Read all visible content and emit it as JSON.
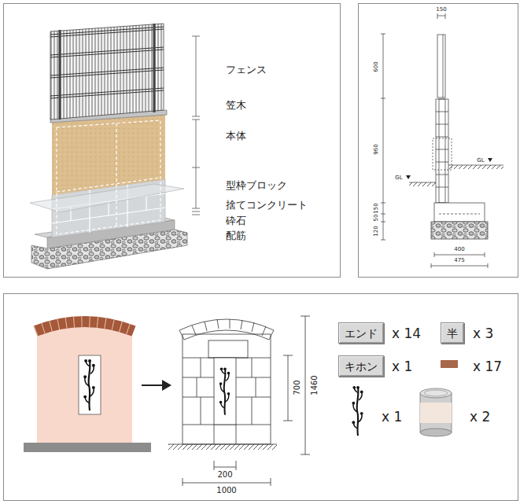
{
  "diagram": {
    "nodes": [
      {
        "text": [
          "エンド"
        ]
      },
      {
        "text": [
          "半"
        ]
      },
      {
        "text": [
          "キホン"
        ]
      }
    ],
    "labels": [
      "フェンス",
      "笠木",
      "本体",
      "型枠ブロック",
      "捨てコンクリート",
      "砕石",
      "配筋",
      "150",
      "600",
      "960",
      "GL",
      "GL",
      "150",
      "50",
      "120",
      "400",
      "475",
      "1460",
      "700",
      "200",
      "1000",
      "x 14",
      "x 3",
      "x 1",
      "x 17",
      "x 1",
      "x 2"
    ]
  }
}
